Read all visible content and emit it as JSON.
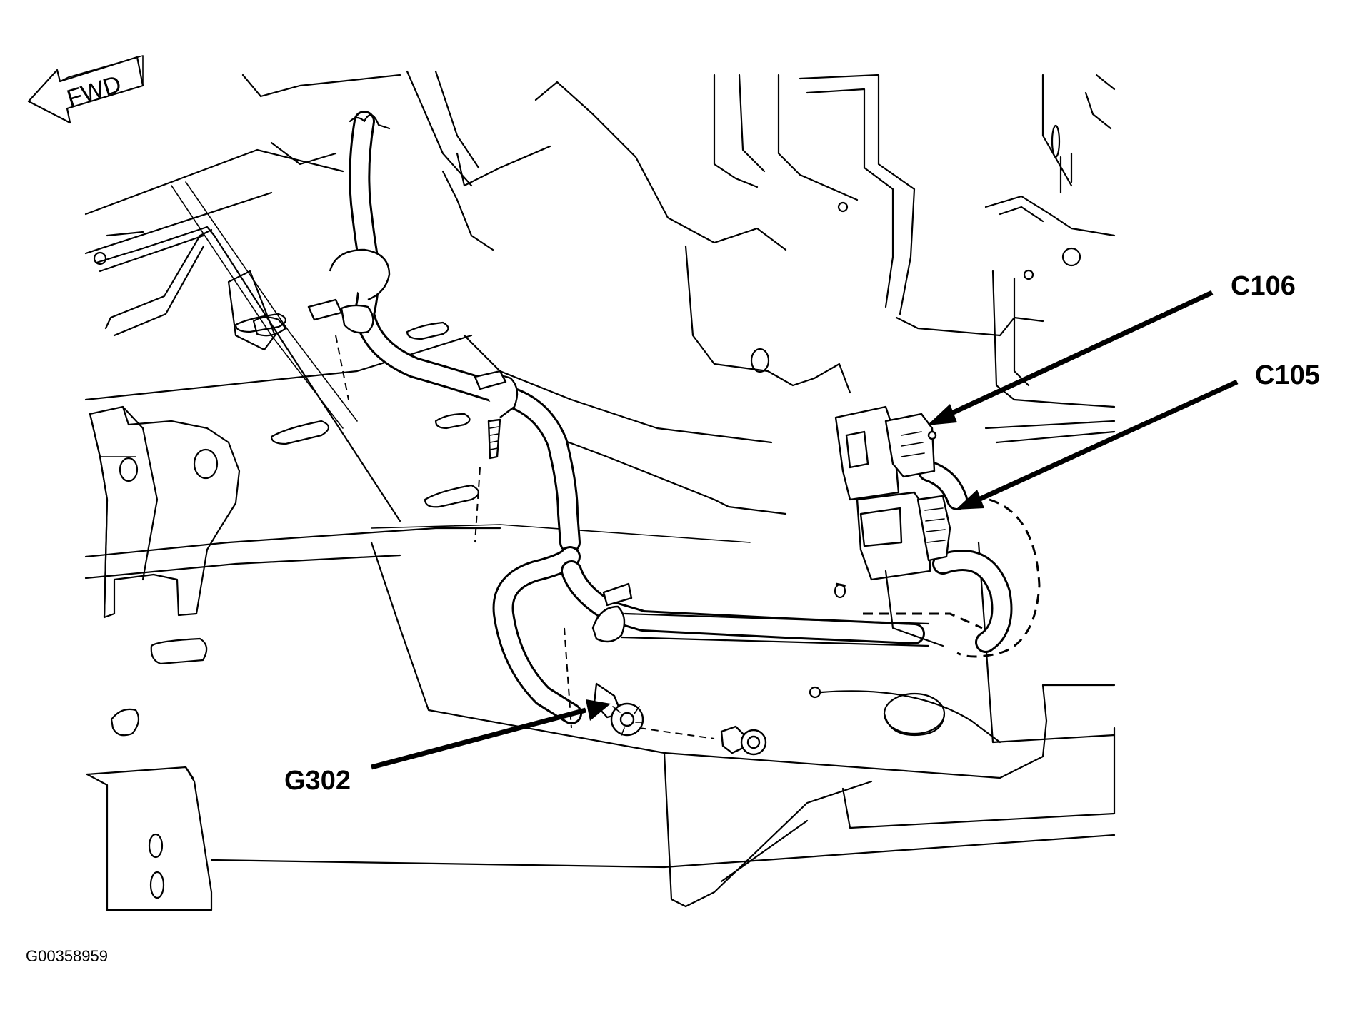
{
  "direction_indicator": {
    "label": "FWD"
  },
  "callouts": {
    "c106": "C106",
    "c105": "C105",
    "g302": "G302"
  },
  "figure_id": "G00358959"
}
